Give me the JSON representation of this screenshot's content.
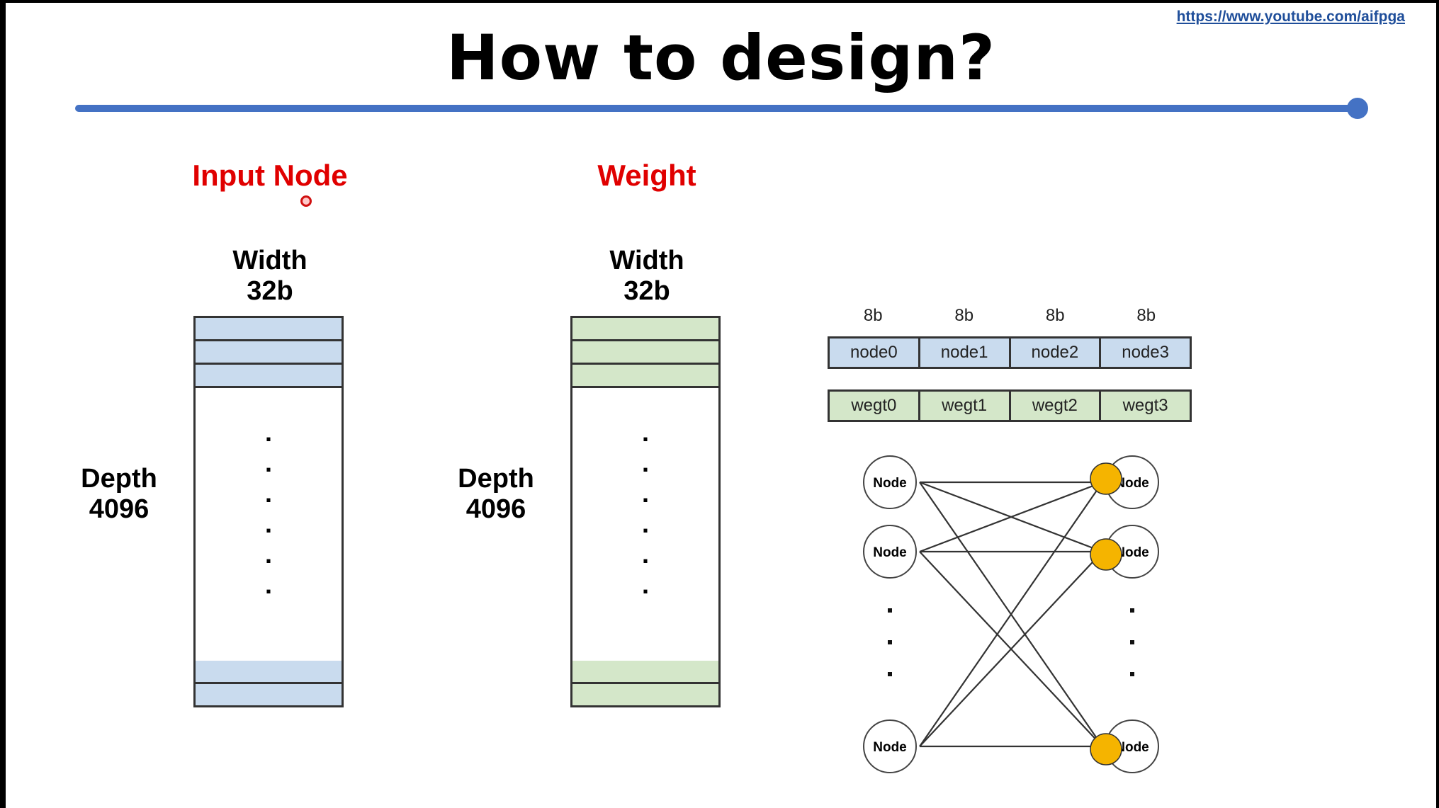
{
  "header": {
    "url": "https://www.youtube.com/aifpga",
    "title": "How to design?"
  },
  "input_node": {
    "heading": "Input Node",
    "width_label": "Width",
    "width_value": "32b",
    "depth_label": "Depth",
    "depth_value": "4096",
    "color": "#c9dbee"
  },
  "weight": {
    "heading": "Weight",
    "width_label": "Width",
    "width_value": "32b",
    "depth_label": "Depth",
    "depth_value": "4096",
    "color": "#d4e7c9"
  },
  "packing": {
    "bit_labels": [
      "8b",
      "8b",
      "8b",
      "8b"
    ],
    "node_cells": [
      "node0",
      "node1",
      "node2",
      "node3"
    ],
    "weight_cells": [
      "wegt0",
      "wegt1",
      "wegt2",
      "wegt3"
    ]
  },
  "network": {
    "node_label": "Node",
    "highlight_color": "#f5b400"
  },
  "colors": {
    "accent_rule": "#4472c4",
    "heading_red": "#e00000"
  }
}
